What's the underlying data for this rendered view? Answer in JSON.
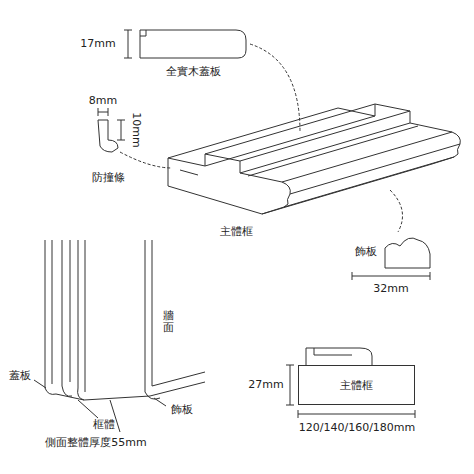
{
  "diagram": {
    "nodes": [
      {
        "text": [
          "主體框"
        ]
      }
    ],
    "labels": [
      "17mm",
      "全實木蓋板",
      "8mm",
      "10mm",
      "防撞條",
      "主體框",
      "飾板",
      "32mm",
      "牆面",
      "蓋板",
      "框體",
      "側面整體厚度55mm",
      "飾板",
      "27mm",
      "120/140/160/180mm"
    ]
  }
}
